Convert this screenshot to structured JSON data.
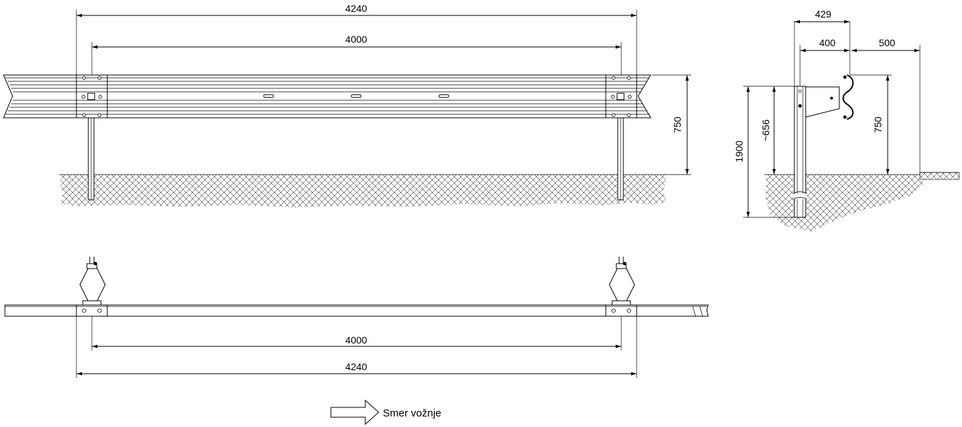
{
  "dimensions": {
    "elevation_overall": "4240",
    "elevation_post_spacing": "4000",
    "elevation_height": "750",
    "plan_post_spacing": "4000",
    "plan_overall": "4240",
    "section_total_offset": "429",
    "section_rail_offset": "400",
    "section_clearance": "500",
    "section_post_length": "1900",
    "section_embed_depth": "~656",
    "section_height": "750"
  },
  "legend": {
    "direction_label": "Smer vožnje"
  }
}
